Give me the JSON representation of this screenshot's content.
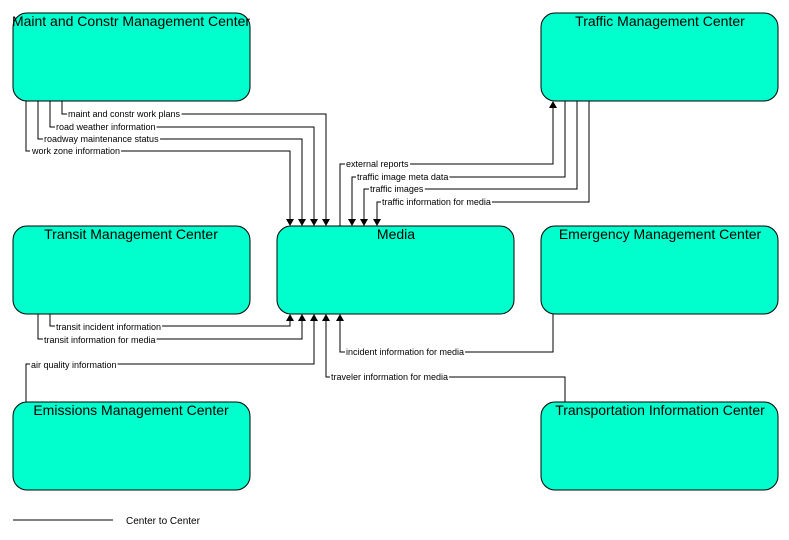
{
  "nodes": {
    "maint": "Maint and Constr Management Center",
    "traffic": "Traffic Management Center",
    "transit": "Transit Management Center",
    "media": "Media",
    "emergency": "Emergency Management Center",
    "emissions": "Emissions Management Center",
    "transportation": "Transportation Information Center"
  },
  "flows": {
    "maint_work_plans": "maint and constr work plans",
    "road_weather": "road weather information",
    "roadway_maint_status": "roadway maintenance status",
    "work_zone": "work zone information",
    "external_reports": "external reports",
    "traffic_image_meta": "traffic image meta data",
    "traffic_images": "traffic images",
    "traffic_info_media": "traffic information for media",
    "transit_incident": "transit incident information",
    "transit_info_media": "transit information for media",
    "air_quality": "air quality information",
    "incident_info_media": "incident information for media",
    "traveler_info_media": "traveler information for media"
  },
  "legend": {
    "center_to_center": "Center to Center"
  },
  "colors": {
    "box_fill": "#00ffcc",
    "line": "#000000"
  }
}
